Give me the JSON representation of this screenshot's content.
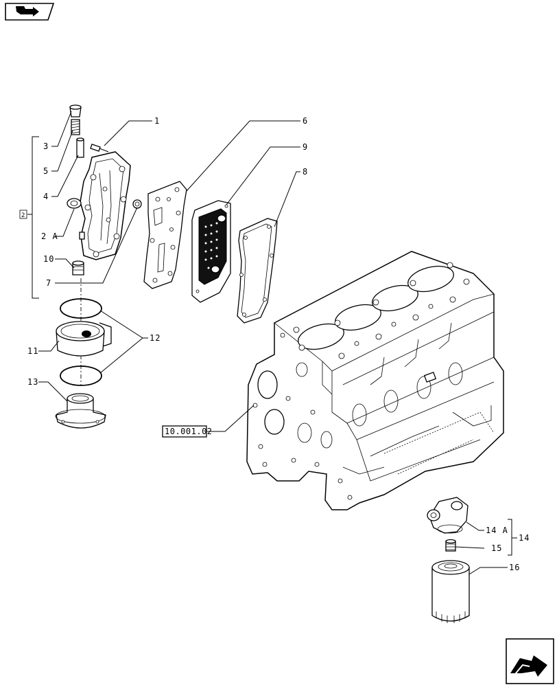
{
  "icons": {
    "top_left": "book-arrow-icon",
    "bottom_right": "next-page-arrow-icon"
  },
  "callouts": {
    "c1": "1",
    "c2": "2",
    "c2A": "2 A",
    "c3": "3",
    "c4": "4",
    "c5": "5",
    "c6": "6",
    "c7": "7",
    "c8": "8",
    "c9": "9",
    "c10": "10",
    "c11": "11",
    "c12": "12",
    "c13": "13",
    "c14": "14",
    "c14A": "14 A",
    "c15": "15",
    "c16": "16",
    "ref": "10.001.02"
  }
}
